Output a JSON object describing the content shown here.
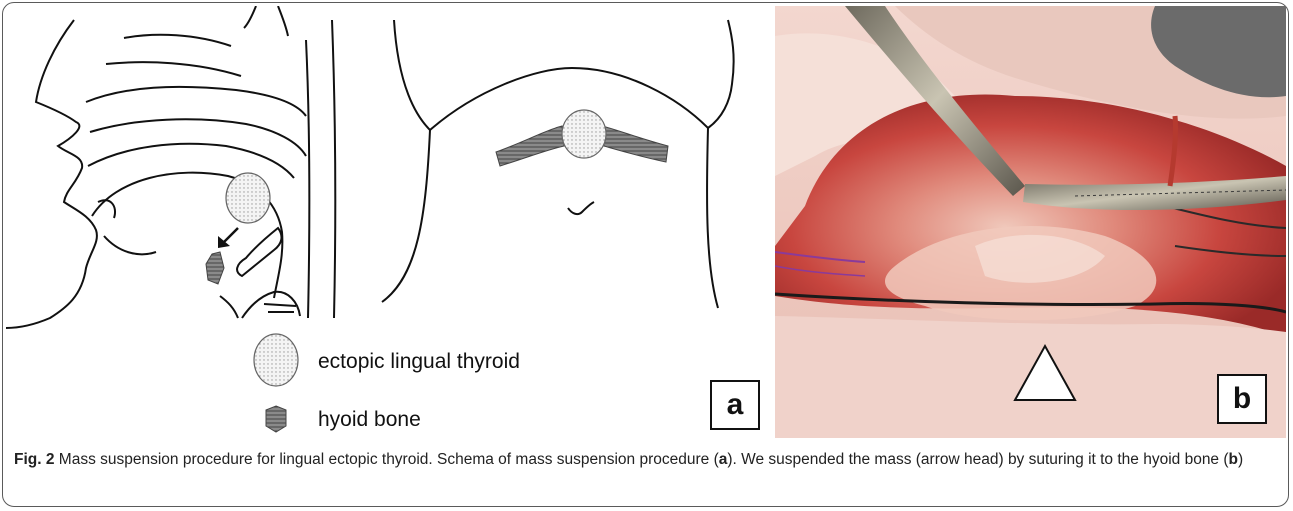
{
  "panel_a": {
    "label": "a",
    "legend": [
      {
        "symbol": "dotted-oval",
        "text": "ectopic lingual thyroid"
      },
      {
        "symbol": "hatched-diamond",
        "text": "hyoid bone"
      }
    ]
  },
  "panel_b": {
    "label": "b"
  },
  "caption": {
    "fig": "Fig. 2",
    "t1": " Mass suspension procedure for lingual ectopic thyroid. Schema of mass suspension procedure (",
    "ref_a": "a",
    "t2": "). We suspended the mass (arrow head) by suturing it to the hyoid bone (",
    "ref_b": "b",
    "t3": ")"
  }
}
